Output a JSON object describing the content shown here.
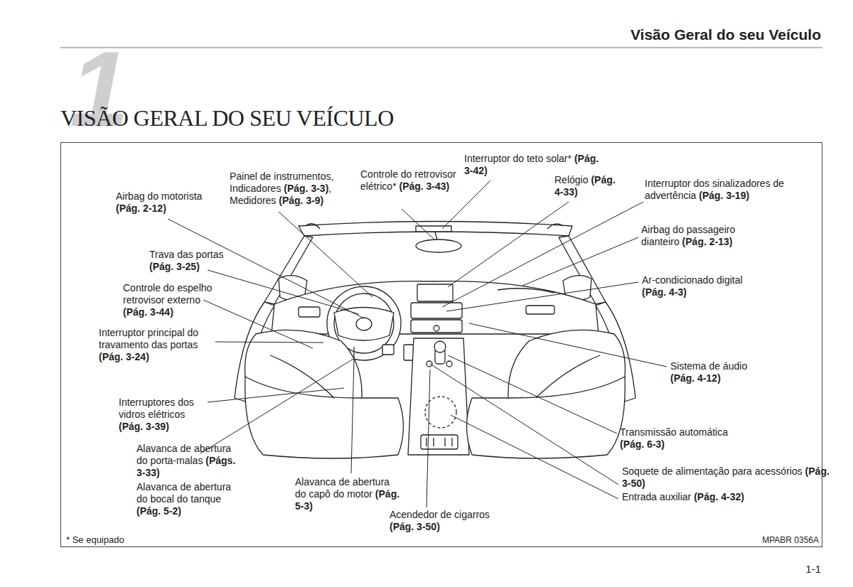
{
  "diagram": {
    "title": "VISÃO GERAL DO SEU VEÍCULO",
    "labels": [
      "Visão Geral do seu Veículo",
      "1",
      "Interruptor do teto solar* (Pág. 3-42)",
      "Painel de instrumentos, Indicadores (Pág. 3-3), Medidores (Pág. 3-9)",
      "Controle do retrovisor elétrico* (Pág. 3-43)",
      "Relógio (Pág. 4-33)",
      "Airbag do motorista (Pág. 2-12)",
      "Interruptor dos sinalizadores de advertência (Pág. 3-19)",
      "Airbag do passageiro dianteiro (Pág. 2-13)",
      "Trava das portas (Pág. 3-25)",
      "Ar-condicionado digital (Pág. 4-3)",
      "Controle do espelho retrovisor externo (Pág. 3-44)",
      "Interruptor principal do travamento das portas (Pág. 3-24)",
      "Sistema de áudio (Pág. 4-12)",
      "Interruptores dos vidros elétricos (Pág. 3-39)",
      "Transmissão automática (Pág. 6-3)",
      "Alavanca de abertura do porta-malas (Págs. 3-33)",
      "Alavanca de abertura do bocal do tanque (Pág. 5-2)",
      "Soquete de alimentação para acessórios (Pág. 3-50)",
      "Entrada auxiliar (Pág. 4-32)",
      "Alavanca de abertura do capô do motor (Pág. 5-3)",
      "Acendedor de cigarros (Pág. 3-50)",
      "* Se equipado",
      "MPABR 0356A",
      "1-1"
    ]
  }
}
